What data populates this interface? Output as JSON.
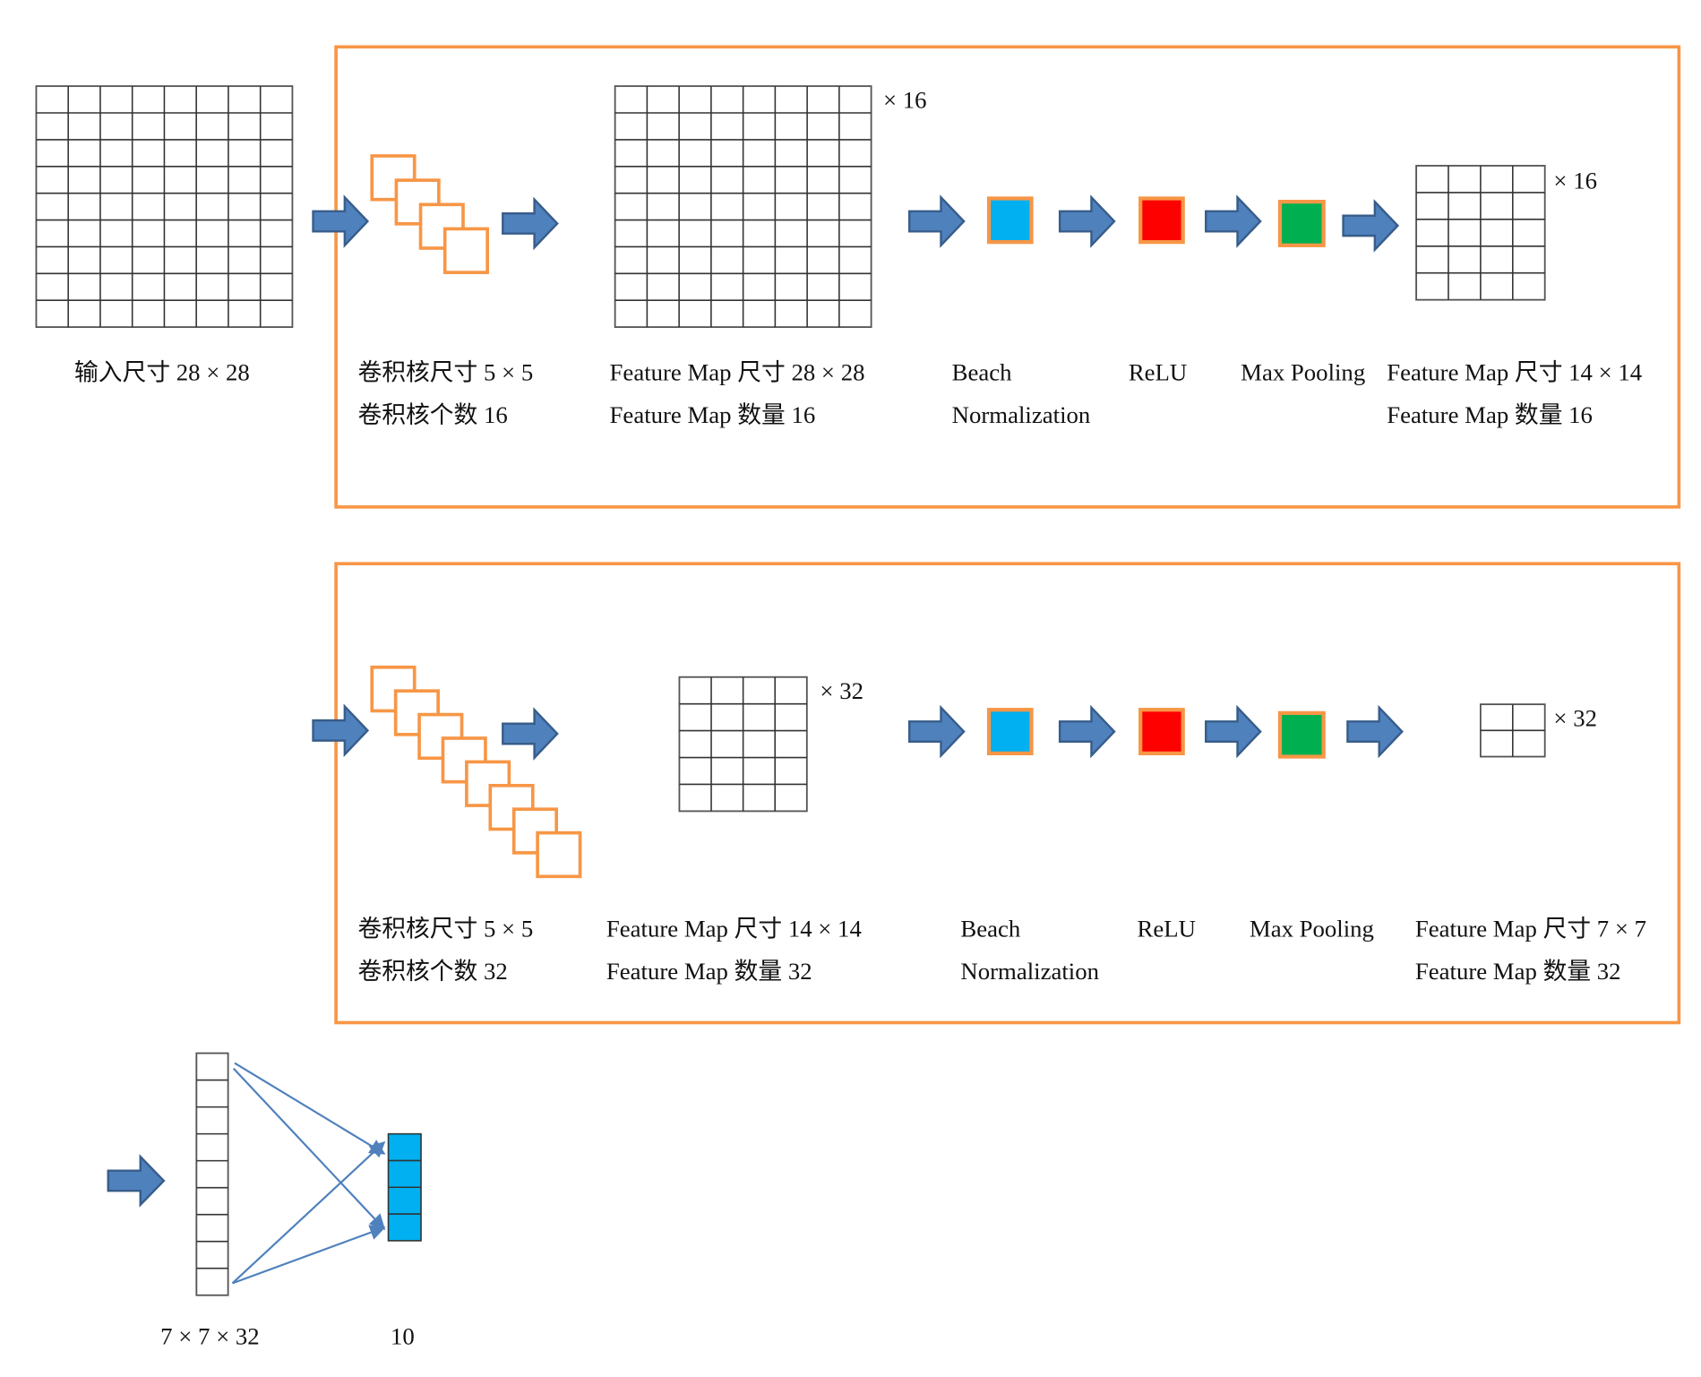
{
  "colors": {
    "panel_border": "#F79646",
    "arrow_fill": "#4F81BD",
    "arrow_stroke": "#385D8A",
    "batchnorm": "#00B0F0",
    "relu": "#FF0000",
    "maxpool": "#00B050",
    "fc_output": "#00B0F0",
    "fc_line": "#4F81BD"
  },
  "input": {
    "label": "输入尺寸 28 × 28"
  },
  "panels": [
    {
      "kernel_count_drawn": 4,
      "kernel_label_1": "卷积核尺寸 5 × 5",
      "kernel_label_2": "卷积核个数 16",
      "conv_multiplier": "× 16",
      "conv_label_1": "Feature Map 尺寸 28 × 28",
      "conv_label_2": "Feature Map 数量 16",
      "bn_label_1": "Beach",
      "bn_label_2": "Normalization",
      "relu_label": "ReLU",
      "pool_label": "Max Pooling",
      "out_multiplier": "× 16",
      "out_label_1": "Feature Map 尺寸 14 × 14",
      "out_label_2": "Feature Map 数量 16"
    },
    {
      "kernel_count_drawn": 8,
      "kernel_label_1": "卷积核尺寸 5 × 5",
      "kernel_label_2": "卷积核个数 32",
      "conv_multiplier": "× 32",
      "conv_label_1": "Feature Map 尺寸 14 × 14",
      "conv_label_2": "Feature Map 数量 32",
      "bn_label_1": "Beach",
      "bn_label_2": "Normalization",
      "relu_label": "ReLU",
      "pool_label": "Max Pooling",
      "out_multiplier": "× 32",
      "out_label_1": "Feature Map 尺寸 7 × 7",
      "out_label_2": "Feature Map 数量 32"
    }
  ],
  "fully_connected": {
    "flatten_label": "7 × 7 × 32",
    "output_label": "10"
  }
}
